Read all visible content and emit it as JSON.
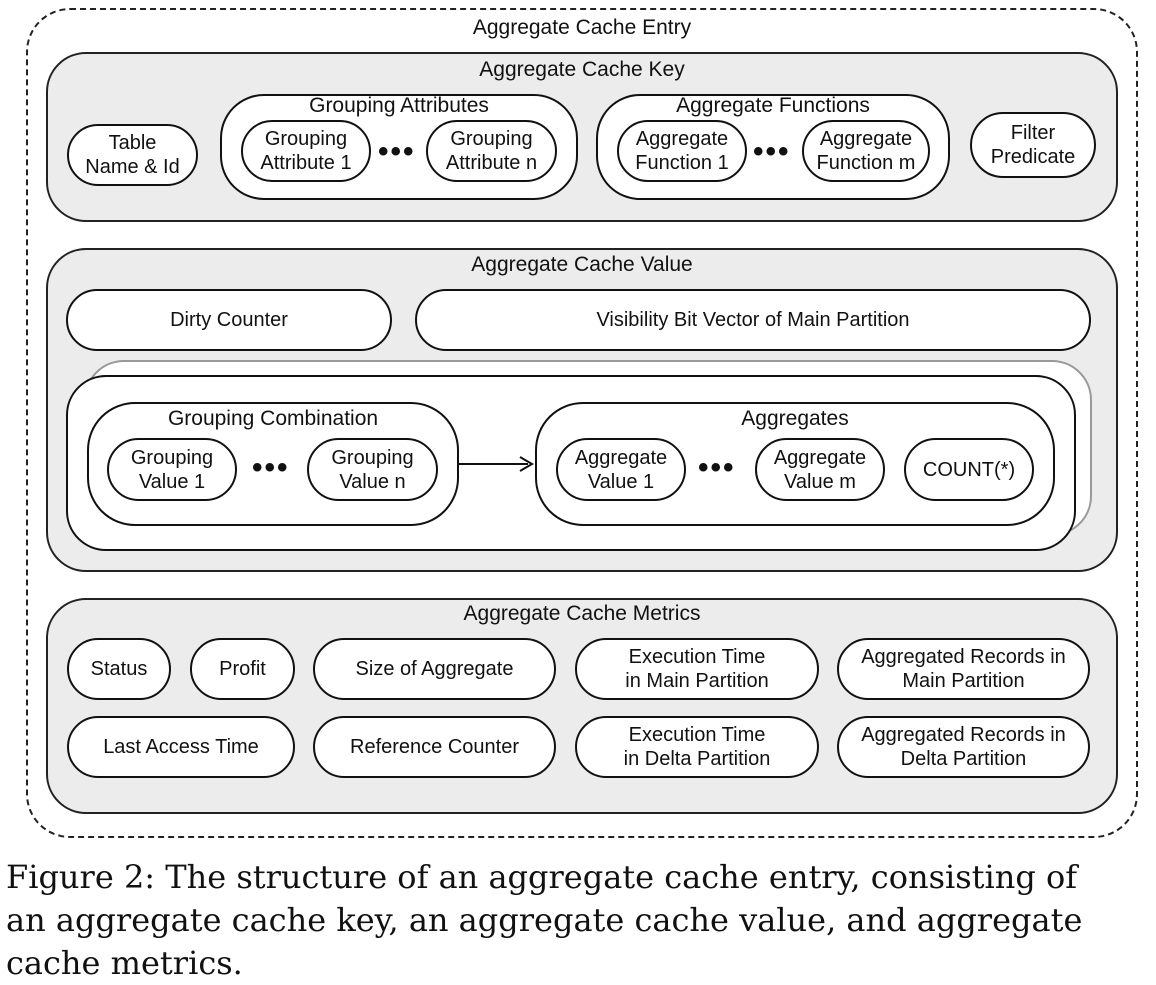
{
  "entry": {
    "title": "Aggregate Cache Entry"
  },
  "key": {
    "title": "Aggregate Cache Key",
    "table": [
      "Table",
      "Name & Id"
    ],
    "grouping_attributes": {
      "title": "Grouping Attributes",
      "first": [
        "Grouping",
        "Attribute 1"
      ],
      "last": [
        "Grouping",
        "Attribute n"
      ],
      "ellipsis": "•••"
    },
    "aggregate_functions": {
      "title": "Aggregate Functions",
      "first": [
        "Aggregate",
        "Function 1"
      ],
      "last": [
        "Aggregate",
        "Function m"
      ],
      "ellipsis": "•••"
    },
    "filter": [
      "Filter",
      "Predicate"
    ]
  },
  "value": {
    "title": "Aggregate Cache Value",
    "dirty_counter": "Dirty Counter",
    "visibility": "Visibility Bit Vector of Main Partition",
    "grouping_combination": {
      "title": "Grouping Combination",
      "first": [
        "Grouping",
        "Value 1"
      ],
      "last": [
        "Grouping",
        "Value n"
      ],
      "ellipsis": "•••"
    },
    "aggregates": {
      "title": "Aggregates",
      "first": [
        "Aggregate",
        "Value 1"
      ],
      "last": [
        "Aggregate",
        "Value m"
      ],
      "count": "COUNT(*)",
      "ellipsis": "•••"
    }
  },
  "metrics": {
    "title": "Aggregate Cache Metrics",
    "status": "Status",
    "profit": "Profit",
    "size": "Size of Aggregate",
    "exec_main": [
      "Execution Time",
      "in Main Partition"
    ],
    "agg_main": [
      "Aggregated Records in",
      "Main Partition"
    ],
    "last_access": "Last Access Time",
    "reference_counter": "Reference Counter",
    "exec_delta": [
      "Execution Time",
      "in Delta Partition"
    ],
    "agg_delta": [
      "Aggregated Records in",
      "Delta Partition"
    ]
  },
  "caption": [
    "Figure 2: The structure of an aggregate cache entry, consisting of",
    "an aggregate cache key, an aggregate cache value, and aggregate",
    "cache metrics."
  ]
}
